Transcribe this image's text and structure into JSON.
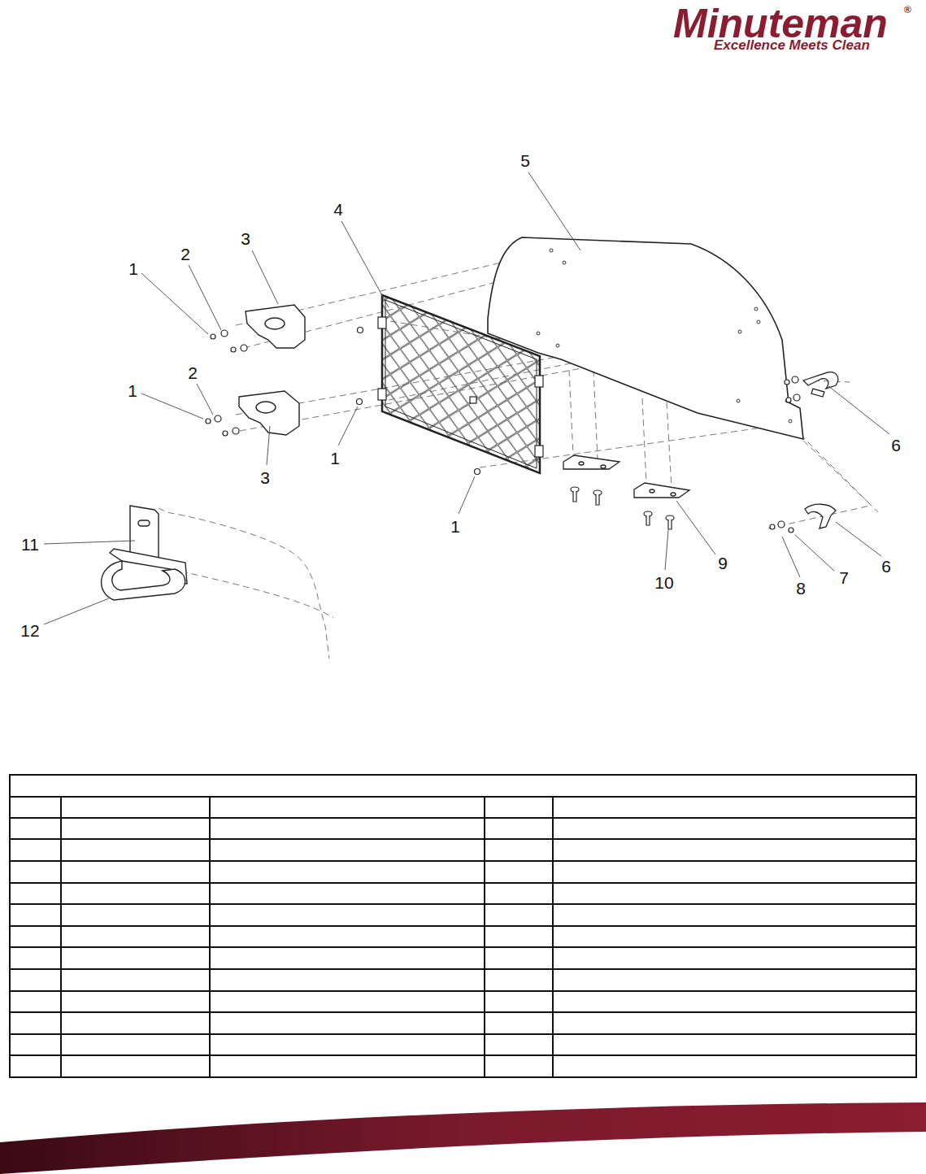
{
  "diagram": {
    "labels": [
      "Minuteman",
      "®",
      "Excellence Meets Clean",
      "5",
      "4",
      "3",
      "2",
      "1",
      "2",
      "1",
      "1",
      "6",
      "3",
      "1",
      "11",
      "9",
      "6",
      "7",
      "10",
      "8",
      "12"
    ]
  }
}
